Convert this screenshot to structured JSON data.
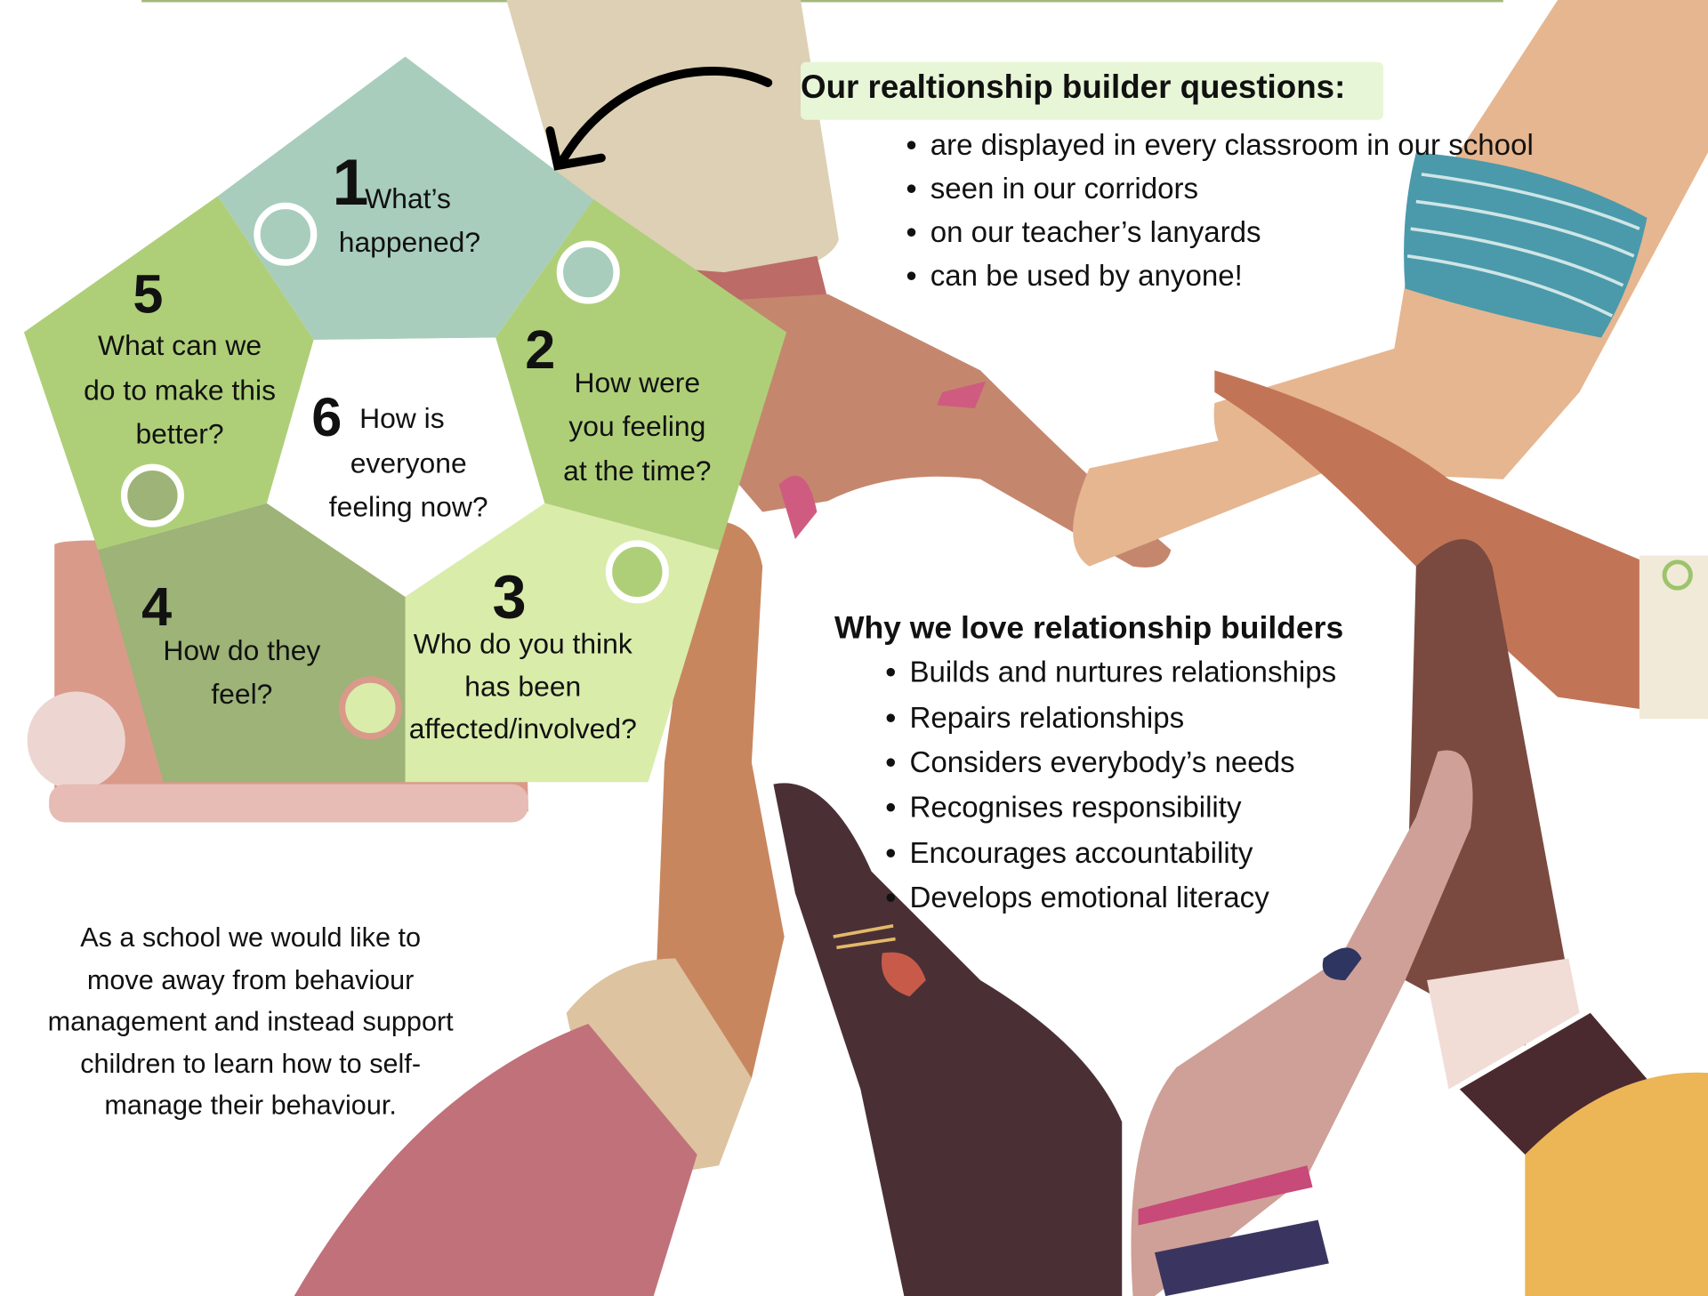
{
  "heading": "Our realtionship builder questions:",
  "question_uses": [
    "are displayed in every classroom in our school",
    "seen in our corridors",
    "on our teacher’s lanyards",
    "can be used by anyone!"
  ],
  "puzzle": [
    {
      "number": "1",
      "lines": [
        "What’s",
        "happened?"
      ]
    },
    {
      "number": "2",
      "lines": [
        "How were",
        "you feeling",
        "at the time?"
      ]
    },
    {
      "number": "3",
      "lines": [
        "Who do you think",
        "has been",
        "affected/involved?"
      ]
    },
    {
      "number": "4",
      "lines": [
        "How do they",
        "feel?"
      ]
    },
    {
      "number": "5",
      "lines": [
        "What can we",
        "do to make this",
        "better?"
      ]
    },
    {
      "number": "6",
      "lines": [
        "How is",
        "everyone",
        "feeling now?"
      ]
    }
  ],
  "why": {
    "title": "Why we love relationship builders",
    "items": [
      "Builds and nurtures relationships",
      "Repairs relationships",
      "Considers everybody’s needs",
      "Recognises responsibility",
      "Encourages accountability",
      "Develops emotional literacy"
    ]
  },
  "statement": "As a school we would like to move away from behaviour management and instead support children to learn how to self-manage their behaviour.",
  "colors": {
    "teal": "#a8cdbc",
    "green": "#aecf78",
    "olive": "#9db377",
    "pale": "#d9ecaa",
    "heading_bg": "#e8f6d8"
  }
}
